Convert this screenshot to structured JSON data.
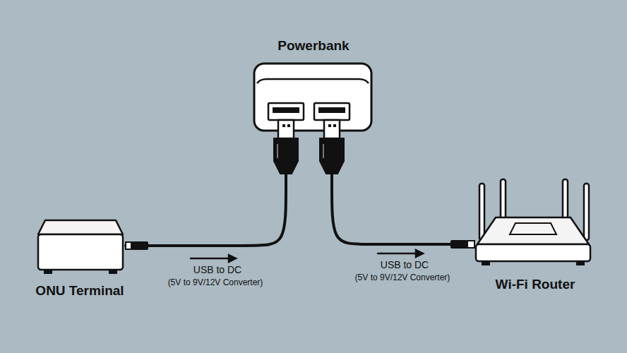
{
  "diagram": {
    "nodes": [
      {
        "text": [
          "Powerbank"
        ]
      },
      {
        "text": [
          "ONU Terminal"
        ]
      },
      {
        "text": [
          "Wi-Fi Router"
        ]
      }
    ],
    "edges": [
      {
        "from": 0,
        "to": 1,
        "arrow": "none",
        "label": "USB to DC"
      },
      {
        "from": 0,
        "to": 2,
        "arrow": "none",
        "label": "USB to DC"
      }
    ],
    "labels": [
      "(5V to 9V/12V Converter)",
      "(5V to 9V/12V Converter)"
    ]
  }
}
